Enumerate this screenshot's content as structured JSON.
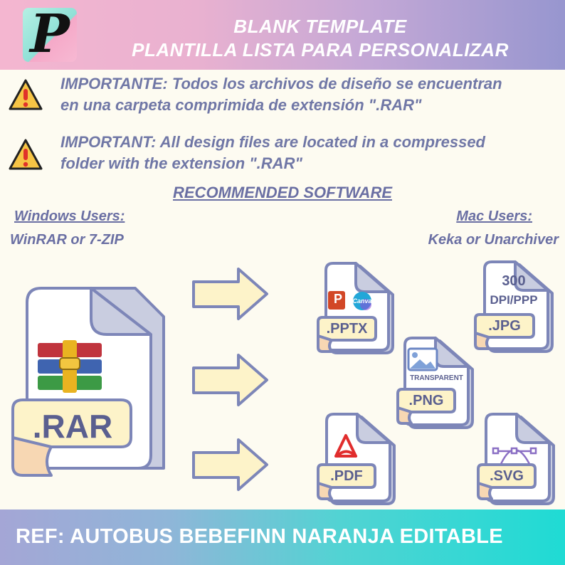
{
  "header": {
    "logo_letter": "P",
    "title_line1": "BLANK TEMPLATE",
    "title_line2": "PLANTILLA LISTA PARA PERSONALIZAR"
  },
  "notices": [
    {
      "icon": "warning-icon",
      "line1": "IMPORTANTE:  Todos los archivos de diseño se encuentran",
      "line2": "en una carpeta comprimida de extensión \".RAR\""
    },
    {
      "icon": "warning-icon",
      "line1": "IMPORTANT:  All design files are located in a compressed",
      "line2": "folder with the extension \".RAR\""
    }
  ],
  "software": {
    "title": "RECOMMENDED SOFTWARE",
    "windows_label": "Windows Users:",
    "windows_value": "WinRAR or 7-ZIP",
    "mac_label": "Mac Users:",
    "mac_value": "Keka or Unarchiver"
  },
  "files": {
    "rar": ".RAR",
    "pptx": ".PPTX",
    "jpg": ".JPG",
    "jpg_dpi_line1": "300",
    "jpg_dpi_line2": "DPI/PPP",
    "png": ".PNG",
    "png_label": "TRANSPARENT",
    "pdf": ".PDF",
    "svg": ".SVG",
    "canva_text": "Canva",
    "powerpoint_letter": "P"
  },
  "footer": {
    "ref": "REF: AUTOBUS BEBEFINN NARANJA EDITABLE"
  },
  "colors": {
    "outline": "#7d86b8",
    "page_fill": "#ffffff",
    "fold_fill": "#c9cde0",
    "label_fill": "#fdf3c9",
    "arrow_fill": "#fdf3c9",
    "warning_fill": "#f6c445",
    "warning_mark": "#e0322a"
  }
}
